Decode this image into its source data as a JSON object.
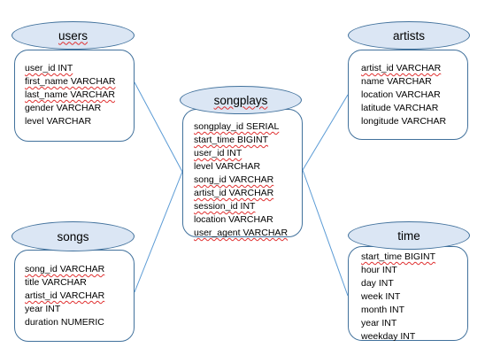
{
  "tables": {
    "users": {
      "title": "users",
      "fields": [
        "user_id INT",
        "first_name VARCHAR",
        "last_name VARCHAR",
        "gender VARCHAR",
        "level VARCHAR"
      ]
    },
    "artists": {
      "title": "artists",
      "fields": [
        "artist_id VARCHAR",
        "name VARCHAR",
        "location VARCHAR",
        "latitude VARCHAR",
        "longitude VARCHAR"
      ]
    },
    "songplays": {
      "title": "songplays",
      "fields": [
        "songplay_id SERIAL",
        "start_time BIGINT",
        "user_id INT",
        "level VARCHAR",
        "song_id VARCHAR",
        "artist_id VARCHAR",
        "session_id INT",
        "location VARCHAR",
        "user_agent VARCHAR"
      ]
    },
    "songs": {
      "title": "songs",
      "fields": [
        "song_id VARCHAR",
        "title VARCHAR",
        "artist_id VARCHAR",
        "year INT",
        "duration NUMERIC"
      ]
    },
    "time": {
      "title": "time",
      "fields": [
        "start_time BIGINT",
        "hour INT",
        "day INT",
        "week INT",
        "month INT",
        "year INT",
        "weekday INT"
      ]
    }
  },
  "connections": [
    {
      "from": "songplays",
      "to": "users"
    },
    {
      "from": "songplays",
      "to": "artists"
    },
    {
      "from": "songplays",
      "to": "songs"
    },
    {
      "from": "songplays",
      "to": "time"
    }
  ],
  "colors": {
    "border": "#41719c",
    "title_fill": "#dbe6f4",
    "spell_underline": "#e03030"
  }
}
